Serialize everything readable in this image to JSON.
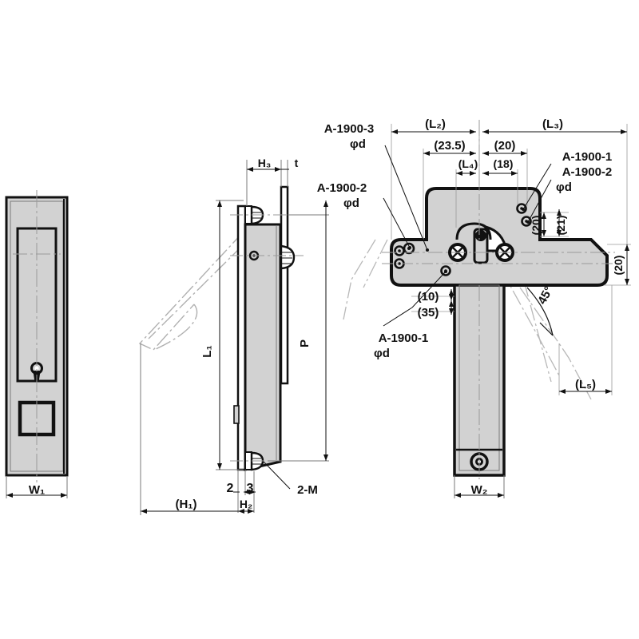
{
  "drawing": {
    "title": "Mechanical assembly drawing - three orthographic views",
    "background_color": "#ffffff",
    "line_color": "#111111",
    "fill_color": "#d2d2d2",
    "thin_line_color": "#7a7a7a",
    "views": [
      {
        "name": "front-view",
        "position": "left"
      },
      {
        "name": "side-view",
        "position": "center"
      },
      {
        "name": "top-view",
        "position": "right"
      }
    ]
  },
  "labels": {
    "front_view": {
      "width_dim": "W₁"
    },
    "side_view": {
      "h3": "H₃",
      "t": "t",
      "l1": "L₁",
      "p": "P",
      "two": "2",
      "three": "3",
      "h2": "H₂",
      "h1_overall": "(H₁)",
      "two_m_thread": "2-M"
    },
    "top_view": {
      "part_a1900_3": "A-1900-3",
      "part_a1900_3_dia": "φd",
      "part_a1900_2_left": "A-1900-2",
      "part_a1900_2_left_dia": "φd",
      "part_a1900_1_right": "A-1900-1",
      "part_a1900_2_right": "A-1900-2",
      "part_a1900_2_right_dia": "φd",
      "part_a1900_1_bottom": "A-1900-1",
      "part_a1900_1_bottom_dia": "φd",
      "l2": "(L₂)",
      "l3": "(L₃)",
      "d23_5": "(23.5)",
      "d20_top": "(20)",
      "l4": "(L₄)",
      "d18": "(18)",
      "d20_rot": "(20)",
      "d21_rot": "(21)",
      "d20_right": "(20)",
      "d10": "(10)",
      "d35": "(35)",
      "angle45": "45°",
      "l5": "(L₅)",
      "width_dim": "W₂"
    }
  }
}
